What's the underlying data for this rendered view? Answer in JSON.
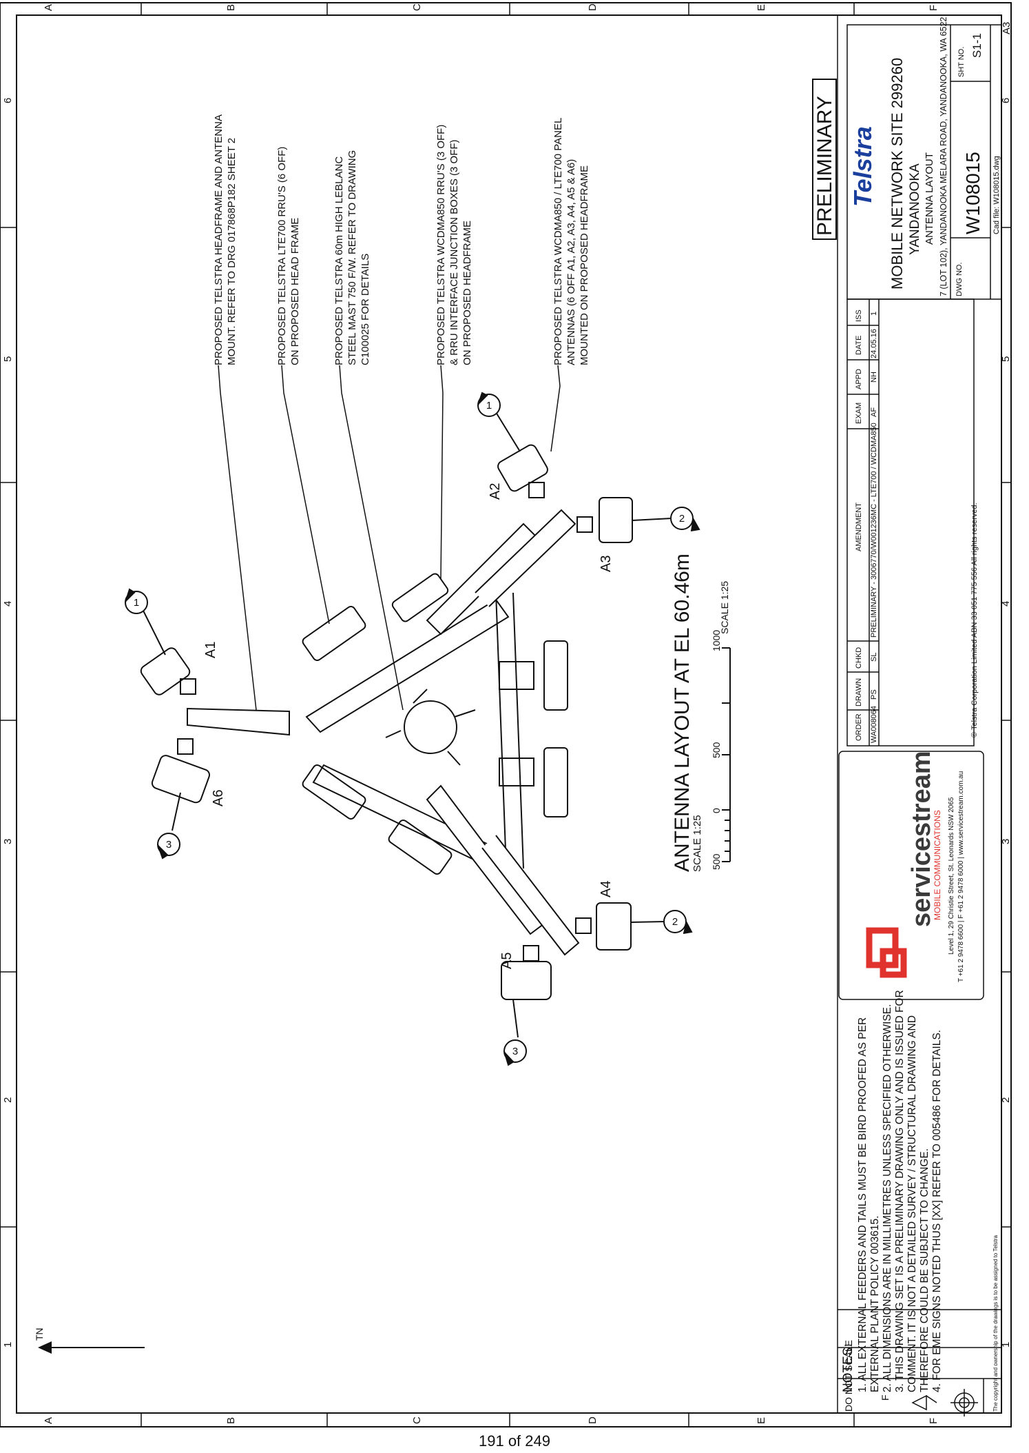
{
  "drawing": {
    "main_title": "ANTENNA LAYOUT AT EL 60.46m",
    "main_scale": "SCALE 1:25",
    "scalebar_labels": [
      "500",
      "0",
      "500",
      "1000"
    ],
    "scalebar_caption": "SCALE 1:25",
    "north_label": "TN",
    "antennas": [
      "A1",
      "A2",
      "A3",
      "A4",
      "A5",
      "A6"
    ],
    "sector_tags": {
      "A1": "1",
      "A2": "1",
      "A3": "2",
      "A4": "2",
      "A5": "3",
      "A6": "3"
    },
    "callouts": [
      [
        "PROPOSED TELSTRA  HEADFRAME AND ANTENNA",
        "MOUNT. REFER TO DRG 017868P182 SHEET 2"
      ],
      [
        "PROPOSED TELSTRA LTE700 RRU'S (6 OFF)",
        "ON PROPOSED HEAD FRAME"
      ],
      [
        "PROPOSED TELSTRA 60m HIGH LEBLANC",
        "STEEL MAST 750 F/W. REFER TO DRAWING",
        "C100025 FOR DETAILS"
      ],
      [
        "PROPOSED TELSTRA WCDMA850 RRU'S (3 OFF)",
        "& RRU INTERFACE JUNCTION BOXES (3 OFF)",
        "ON PROPOSED HEADFRAME"
      ],
      [
        "PROPOSED TELSTRA WCDMA850 / LTE700 PANEL",
        "ANTENNAS (6 OFF A1, A2, A3, A4, A5 & A6)",
        "MOUNTED ON PROPOSED HEADFRAME"
      ]
    ]
  },
  "notes": {
    "heading": "NOTES:",
    "lines": [
      "1. ALL EXTERNAL FEEDERS AND TAILS MUST BE BIRD PROOFED AS PER",
      "EXTERNAL PLANT POLICY 003615.",
      "2. ALL DIMENSIONS ARE IN MILLIMETRES UNLESS SPECIFIED OTHERWISE.",
      "3. THIS DRAWING SET IS A PRELIMINARY DRAWING ONLY AND IS ISSUED FOR",
      "COMMENT. IT IS NOT A DETAILED SURVEY / STRUCTURAL DRAWING AND",
      "THEREFORE COULD BE SUBJECT TO CHANGE.",
      "4. FOR EME SIGNS NOTED THUS [XX] REFER TO 005486 FOR DETAILS."
    ]
  },
  "border": {
    "letters": [
      "A",
      "B",
      "C",
      "D",
      "E",
      "F"
    ],
    "numbers": [
      "1",
      "2",
      "3",
      "4",
      "5",
      "6"
    ],
    "sheet_size": "A3",
    "do_not_scale": "DO NOT SCALE",
    "do_not_scale_letter": "F"
  },
  "title_block": {
    "preliminary": "PRELIMINARY",
    "client_logo": "Telstra",
    "title_lines": [
      "MOBILE NETWORK SITE 299260",
      "YANDANOOKA",
      "ANTENNA LAYOUT",
      "7 (LOT 102), YANDANOOKA MELARA ROAD, YANDANOOKA, WA 6522"
    ],
    "dwg_no_label": "DWG NO.",
    "dwg_no": "W108015",
    "sht_no_label": "SHT NO.",
    "sht_no": "S1-1",
    "cad_file": "Cad file: W108015.dwg",
    "rev_headers": [
      "ORDER",
      "DRAWN",
      "CHKD",
      "AMENDMENT",
      "EXAM",
      "APPD",
      "DATE",
      "ISS"
    ],
    "rev_row": [
      "WA008064",
      "PS",
      "SL",
      "PRELIMINARY - 3006770/W001236MC - LTE700 / WCDMA850",
      "AF",
      "NH",
      "24.05.16",
      "1"
    ],
    "copyright": "© Telstra Corporation Limited ABN 33 051 775 556   All rights reserved.",
    "consultant_name": "servicestream",
    "consultant_sub": "MOBILE COMMUNICATIONS",
    "consultant_address": "Level 1, 29 Christie Street, St. Leonards  NSW 2065",
    "consultant_contact": "T +61 2 9478 6600 | F +61 2 9478 6000 | www.servicestream.com.au",
    "ownership_note": "The copyright and ownership of the drawings is to be assigned to Telstra"
  },
  "footer": {
    "page": "191 of 249"
  }
}
